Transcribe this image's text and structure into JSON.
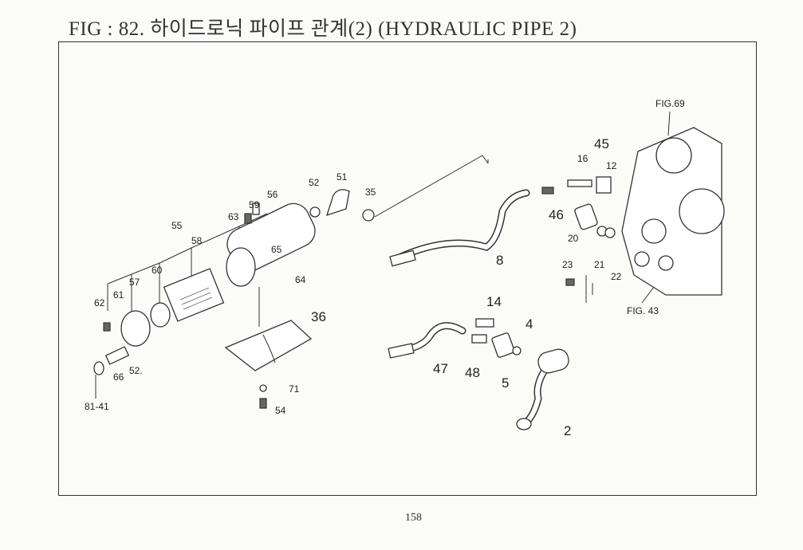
{
  "title": "FIG : 82. 하이드로닉 파이프 관계(2) (HYDRAULIC PIPE 2)",
  "page_number": "158",
  "labels": {
    "l_55": "55",
    "l_58": "58",
    "l_60": "60",
    "l_57": "57",
    "l_62": "62",
    "l_61": "61",
    "l_56": "56",
    "l_59": "59",
    "l_63": "63",
    "l_65": "65",
    "l_64": "64",
    "l_52a": "52",
    "l_51": "51",
    "l_35": "35",
    "l_52b": "52.",
    "l_66": "66",
    "l_8141": "81-41",
    "l_36": "36",
    "l_71": "71",
    "l_54": "54",
    "l_8": "8",
    "l_16": "16",
    "l_45": "45",
    "l_12": "12",
    "l_46": "46",
    "l_20": "20",
    "l_23": "23",
    "l_21": "21",
    "l_22": "22",
    "l_fig69": "FIG.69",
    "l_fig43": "FIG. 43",
    "l_14": "14",
    "l_4": "4",
    "l_47": "47",
    "l_48": "48",
    "l_5": "5",
    "l_2": "2"
  }
}
